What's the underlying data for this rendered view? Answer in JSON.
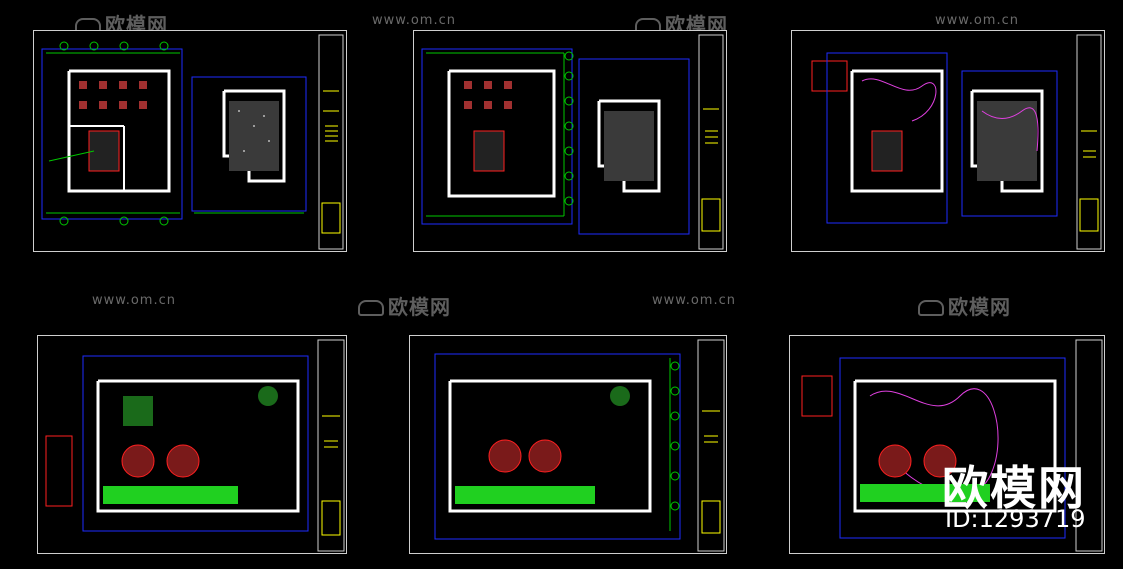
{
  "watermark": {
    "url": "www.om.cn",
    "logo": "欧模网"
  },
  "brand": {
    "logo": "欧模网",
    "id_text": "ID:1293719"
  },
  "colors": {
    "background": "#000000",
    "frame": "#cfcfcf",
    "wall": "#ffffff",
    "dimension": "#00c800",
    "grid": "#1e2cff",
    "titleblock": "#ffff00",
    "furniture": "#ff2020",
    "lighting": "#e040e0",
    "planting": "#20d020"
  },
  "sheets": [
    {
      "id": "s1",
      "type": "ceiling"
    },
    {
      "id": "s2",
      "type": "ceiling-dims"
    },
    {
      "id": "s3",
      "type": "ceiling-lighting"
    },
    {
      "id": "s4",
      "type": "plan"
    },
    {
      "id": "s5",
      "type": "plan-dims"
    },
    {
      "id": "s6",
      "type": "plan-lighting"
    }
  ]
}
